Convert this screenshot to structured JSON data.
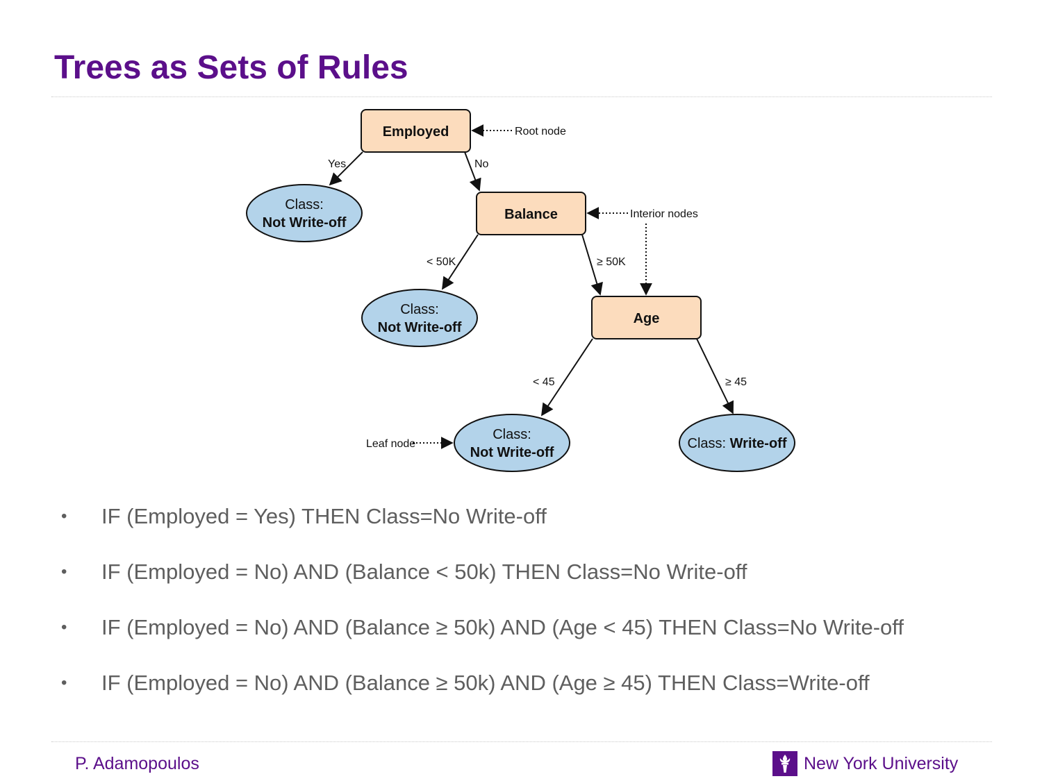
{
  "slide": {
    "title": "Trees as Sets of Rules",
    "colors": {
      "accent": "#5b0f8a",
      "decision_fill": "#fcdcbd",
      "leaf_fill": "#b3d3ea",
      "bullet_text": "#5e5e5e"
    }
  },
  "diagram": {
    "decision_nodes": [
      {
        "id": "employed",
        "label": "Employed"
      },
      {
        "id": "balance",
        "label": "Balance"
      },
      {
        "id": "age",
        "label": "Age"
      }
    ],
    "leaves": [
      {
        "id": "leaf1",
        "prefix": "Class:",
        "value": "Not Write-off"
      },
      {
        "id": "leaf2",
        "prefix": "Class:",
        "value": "Not Write-off"
      },
      {
        "id": "leaf3",
        "prefix": "Class:",
        "value": "Not Write-off"
      },
      {
        "id": "leaf4",
        "prefix": "Class: ",
        "value": "Write-off"
      }
    ],
    "edge_labels": [
      "Yes",
      "No",
      "< 50K",
      "≥ 50K",
      "< 45",
      "≥ 45"
    ],
    "annotations": {
      "root": "Root node",
      "interior": "Interior nodes",
      "leaf": "Leaf node"
    }
  },
  "rules": [
    "IF (Employed = Yes) THEN Class=No Write-off",
    "IF (Employed = No) AND (Balance < 50k) THEN Class=No Write-off",
    "IF (Employed = No) AND (Balance ≥ 50k) AND (Age < 45) THEN Class=No Write-off",
    "IF (Employed = No) AND (Balance ≥ 50k) AND (Age ≥ 45) THEN Class=Write-off"
  ],
  "footer": {
    "author": "P. Adamopoulos",
    "university": "New York University",
    "logo_icon": "torch-icon"
  }
}
